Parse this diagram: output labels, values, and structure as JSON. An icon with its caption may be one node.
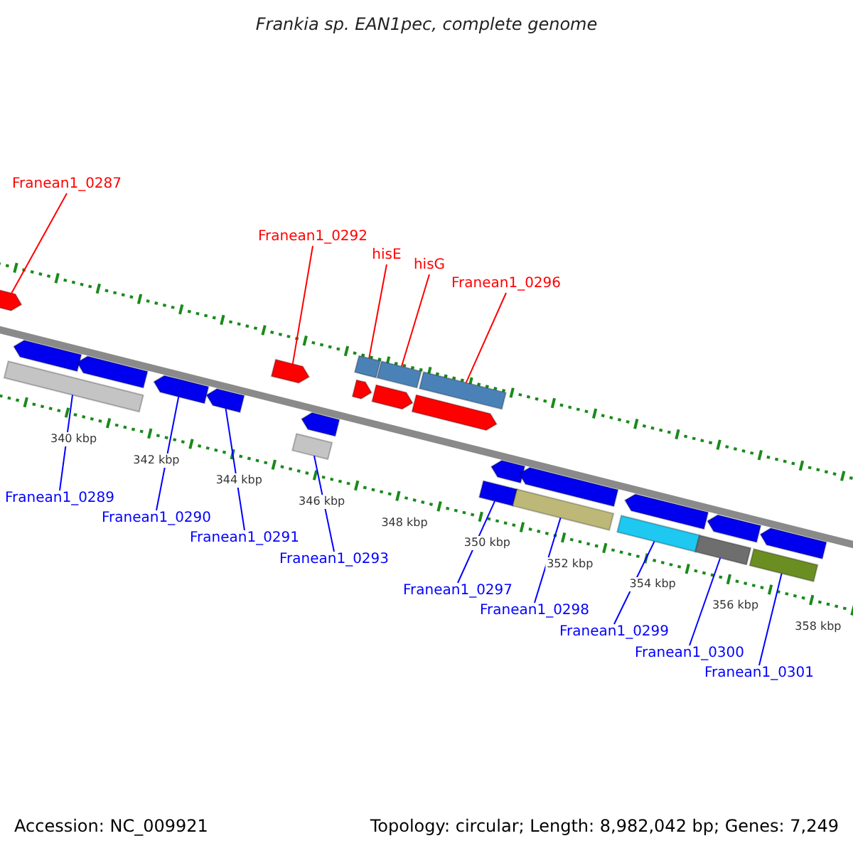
{
  "diagram": {
    "title": "Frankia sp. EAN1pec, complete genome",
    "nodes": [
      {
        "text": [
          "Franean1_0287"
        ]
      },
      {
        "text": [
          "Franean1_0292"
        ]
      },
      {
        "text": [
          "hisE"
        ]
      },
      {
        "text": [
          "hisG"
        ]
      },
      {
        "text": [
          "Franean1_0296"
        ]
      },
      {
        "text": [
          "Franean1_0289"
        ]
      },
      {
        "text": [
          "Franean1_0290"
        ]
      },
      {
        "text": [
          "Franean1_0291"
        ]
      },
      {
        "text": [
          "Franean1_0293"
        ]
      },
      {
        "text": [
          "Franean1_0297"
        ]
      },
      {
        "text": [
          "Franean1_0298"
        ]
      },
      {
        "text": [
          "Franean1_0299"
        ]
      },
      {
        "text": [
          "Franean1_0300"
        ]
      },
      {
        "text": [
          "Franean1_0301"
        ]
      },
      {
        "text": [],
        "shape": "pentagon"
      },
      {
        "text": [],
        "shape": "pentagon"
      },
      {
        "text": [],
        "shape": "bar"
      },
      {
        "text": [],
        "shape": "pentagon"
      },
      {
        "text": [],
        "shape": "pentagon"
      },
      {
        "text": [],
        "shape": "pentagon"
      },
      {
        "text": [],
        "shape": "pentagon"
      },
      {
        "text": [],
        "shape": "bar"
      },
      {
        "text": [],
        "shape": "pentagon"
      },
      {
        "text": [],
        "shape": "bar"
      },
      {
        "text": [],
        "shape": "pentagon"
      },
      {
        "text": [],
        "shape": "bar"
      },
      {
        "text": [],
        "shape": "pentagon"
      },
      {
        "text": [],
        "shape": "pentagon"
      },
      {
        "text": [],
        "shape": "bar"
      },
      {
        "text": [],
        "shape": "bar"
      },
      {
        "text": [],
        "shape": "pentagon"
      },
      {
        "text": [],
        "shape": "pentagon"
      },
      {
        "text": [],
        "shape": "bar"
      },
      {
        "text": [],
        "shape": "bar"
      },
      {
        "text": [],
        "shape": "pentagon"
      },
      {
        "text": [],
        "shape": "bar"
      },
      {
        "text": [],
        "shape": "pentagon"
      },
      {
        "text": [],
        "shape": "bar"
      },
      {
        "text": [],
        "shape": "pentagon"
      }
    ],
    "edges": [
      {
        "from": 0,
        "to": 14,
        "arrow": "none",
        "color": "#ff0000"
      },
      {
        "from": 1,
        "to": 20,
        "arrow": "none",
        "color": "#ff0000"
      },
      {
        "from": 2,
        "to": 23,
        "arrow": "none",
        "color": "#ff0000"
      },
      {
        "from": 3,
        "to": 25,
        "arrow": "none",
        "color": "#ff0000"
      },
      {
        "from": 4,
        "to": 28,
        "arrow": "none",
        "color": "#ff0000"
      },
      {
        "from": 5,
        "to": 16,
        "arrow": "none"
      },
      {
        "from": 6,
        "to": 18,
        "arrow": "none"
      },
      {
        "from": 7,
        "to": 19,
        "arrow": "none"
      },
      {
        "from": 8,
        "to": 21,
        "arrow": "none"
      },
      {
        "from": 9,
        "to": 29,
        "arrow": "none"
      },
      {
        "from": 10,
        "to": 32,
        "arrow": "none"
      },
      {
        "from": 11,
        "to": 33,
        "arrow": "none"
      },
      {
        "from": 12,
        "to": 35,
        "arrow": "none"
      },
      {
        "from": 13,
        "to": 37,
        "arrow": "none"
      }
    ],
    "labels": [
      "340 kbp",
      "342 kbp",
      "344 kbp",
      "346 kbp",
      "348 kbp",
      "350 kbp",
      "352 kbp",
      "354 kbp",
      "356 kbp",
      "358 kbp",
      "Accession: NC_009921",
      "Topology: circular; Length: 8,982,042 bp; Genes: 7,249"
    ]
  }
}
